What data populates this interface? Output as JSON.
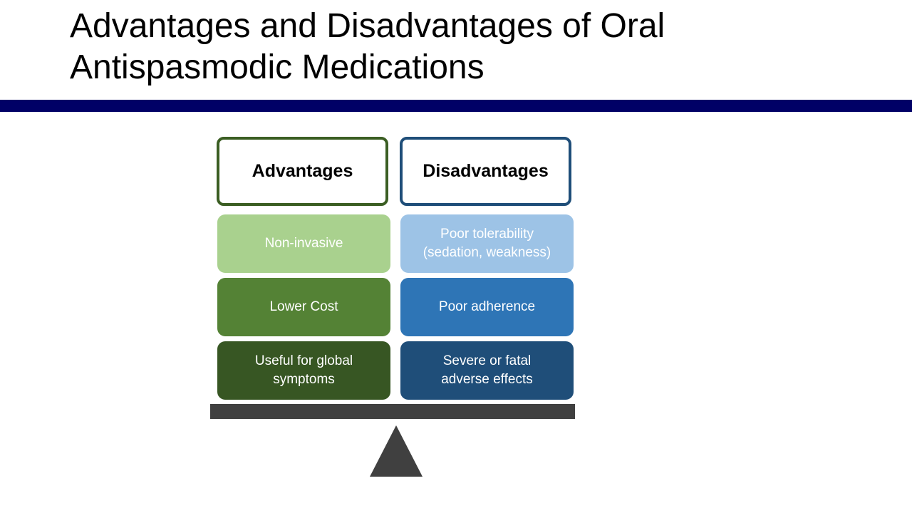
{
  "title": "Advantages and Disadvantages of Oral Antispasmodic Medications",
  "advantages": {
    "header": "Advantages",
    "items": [
      "Non-invasive",
      "Lower Cost",
      "Useful for global symptoms"
    ]
  },
  "disadvantages": {
    "header": "Disadvantages",
    "items": [
      "Poor tolerability (sedation, weakness)",
      "Poor adherence",
      "Severe or fatal adverse effects"
    ]
  },
  "colors": {
    "title_bar": "#000066",
    "adv": [
      "#a9d18e",
      "#548235",
      "#375623"
    ],
    "dis": [
      "#9dc3e6",
      "#2e75b6",
      "#1f4e79"
    ],
    "beam": "#404040"
  }
}
